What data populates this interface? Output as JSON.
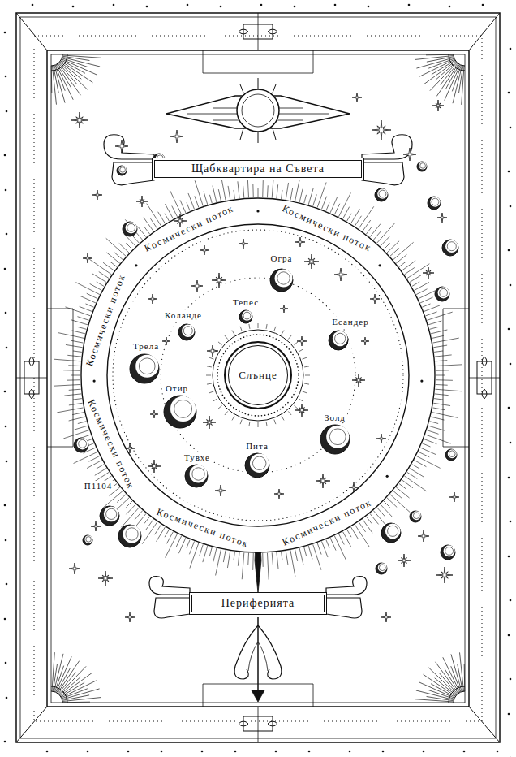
{
  "diagram": {
    "nodes": [
      {
        "text": [
          "Щабквартира на Съвета"
        ]
      },
      {
        "text": [
          "Слънце"
        ]
      },
      {
        "text": [
          "Периферията"
        ]
      }
    ],
    "labels": [
      "Космически поток",
      "Космически поток",
      "Огра",
      "Тепес",
      "Коланде",
      "Есандер",
      "Космически поток",
      "Трела",
      "Отир",
      "Космически поток",
      "Золд",
      "Тувхе",
      "Пита",
      "П1104",
      "Космически поток",
      "Космически поток"
    ]
  }
}
